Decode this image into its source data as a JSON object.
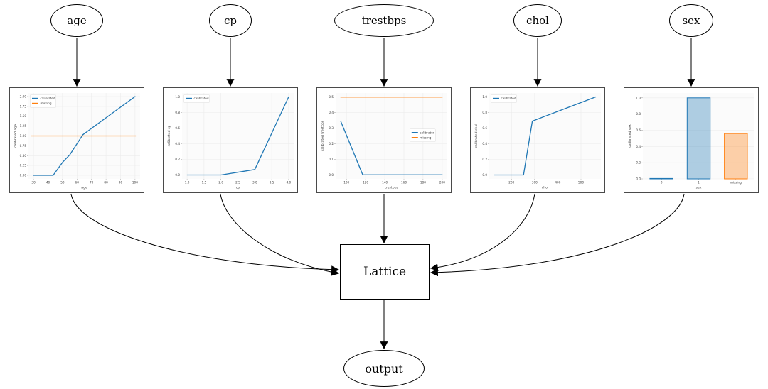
{
  "diagram": {
    "inputs": [
      {
        "label": "age"
      },
      {
        "label": "cp"
      },
      {
        "label": "trestbps"
      },
      {
        "label": "chol"
      },
      {
        "label": "sex"
      }
    ],
    "lattice_label": "Lattice",
    "output_label": "output"
  },
  "colors": {
    "calibrated": "#1f77b4",
    "missing": "#ff7f0e",
    "calibrated_fill": "rgba(31,119,180,0.35)",
    "missing_fill": "rgba(255,127,14,0.35)",
    "edge": "#000000",
    "node_border": "#000000",
    "plot_border": "#4a4a4a"
  },
  "chart_data": [
    {
      "name": "age",
      "type": "line",
      "xlabel": "age",
      "ylabel": "calibrated age",
      "xlim": [
        26.5,
        103.5
      ],
      "ylim": [
        -0.09,
        2.09
      ],
      "xticks": [
        30,
        40,
        50,
        60,
        70,
        80,
        90,
        100
      ],
      "xtick_labels": [
        "30",
        "40",
        "50",
        "60",
        "70",
        "80",
        "90",
        "100"
      ],
      "yticks": [
        0.0,
        0.25,
        0.5,
        0.75,
        1.0,
        1.25,
        1.5,
        1.75,
        2.0
      ],
      "ytick_labels": [
        "0.00",
        "0.25",
        "0.50",
        "0.75",
        "1.00",
        "1.25",
        "1.50",
        "1.75",
        "2.00"
      ],
      "legend": {
        "show": true,
        "pos": "top-left"
      },
      "series": [
        {
          "name": "calibrated",
          "color": "#1f77b4",
          "points": [
            [
              30,
              0
            ],
            [
              43.5,
              0
            ],
            [
              50,
              0.33
            ],
            [
              55,
              0.52
            ],
            [
              64,
              1.03
            ],
            [
              100,
              2.0
            ]
          ]
        },
        {
          "name": "missing",
          "color": "#ff7f0e",
          "points": [
            [
              28.5,
              1.0
            ],
            [
              100.5,
              1.0
            ]
          ]
        }
      ]
    },
    {
      "name": "cp",
      "type": "line",
      "xlabel": "cp",
      "ylabel": "calibrated cp",
      "xlim": [
        0.85,
        4.15
      ],
      "ylim": [
        -0.05,
        1.05
      ],
      "xticks": [
        1.0,
        1.5,
        2.0,
        2.5,
        3.0,
        3.5,
        4.0
      ],
      "xtick_labels": [
        "1.0",
        "1.5",
        "2.0",
        "2.5",
        "3.0",
        "3.5",
        "4.0"
      ],
      "yticks": [
        0.0,
        0.2,
        0.4,
        0.6,
        0.8,
        1.0
      ],
      "ytick_labels": [
        "0.0",
        "0.2",
        "0.4",
        "0.6",
        "0.8",
        "1.0"
      ],
      "legend": {
        "show": true,
        "pos": "top-left"
      },
      "series": [
        {
          "name": "calibrated",
          "color": "#1f77b4",
          "points": [
            [
              1.0,
              0.0
            ],
            [
              2.0,
              0.0
            ],
            [
              3.0,
              0.07
            ],
            [
              4.0,
              1.0
            ]
          ]
        }
      ]
    },
    {
      "name": "trestbps",
      "type": "line",
      "xlabel": "trestbps",
      "ylabel": "calibrated trestbps",
      "xlim": [
        88.7,
        205.3
      ],
      "ylim": [
        -0.026,
        0.526
      ],
      "xticks": [
        100,
        120,
        140,
        160,
        180,
        200
      ],
      "xtick_labels": [
        "100",
        "120",
        "140",
        "160",
        "180",
        "200"
      ],
      "yticks": [
        0.0,
        0.1,
        0.2,
        0.3,
        0.4,
        0.5
      ],
      "ytick_labels": [
        "0.0",
        "0.1",
        "0.2",
        "0.3",
        "0.4",
        "0.5"
      ],
      "legend": {
        "show": true,
        "pos": "center-right"
      },
      "series": [
        {
          "name": "calibrated",
          "color": "#1f77b4",
          "points": [
            [
              94,
              0.345
            ],
            [
              117,
              0.0
            ],
            [
              200,
              0.0
            ]
          ]
        },
        {
          "name": "missing",
          "color": "#ff7f0e",
          "points": [
            [
              94,
              0.5
            ],
            [
              200,
              0.5
            ]
          ]
        }
      ]
    },
    {
      "name": "chol",
      "type": "line",
      "xlabel": "chol",
      "ylabel": "calibrated chol",
      "xlim": [
        104,
        586
      ],
      "ylim": [
        -0.05,
        1.05
      ],
      "xticks": [
        200,
        300,
        400,
        500
      ],
      "xtick_labels": [
        "200",
        "300",
        "400",
        "500"
      ],
      "yticks": [
        0.0,
        0.2,
        0.4,
        0.6,
        0.8,
        1.0
      ],
      "ytick_labels": [
        "0.0",
        "0.2",
        "0.4",
        "0.6",
        "0.8",
        "1.0"
      ],
      "legend": {
        "show": true,
        "pos": "top-left"
      },
      "series": [
        {
          "name": "calibrated",
          "color": "#1f77b4",
          "points": [
            [
              126,
              0.0
            ],
            [
              252,
              0.0
            ],
            [
              290,
              0.69
            ],
            [
              564,
              1.0
            ]
          ]
        }
      ]
    },
    {
      "name": "sex",
      "type": "bar",
      "xlabel": "sex",
      "ylabel": "calibrated sex",
      "ylim": [
        0,
        1.06
      ],
      "yticks": [
        0.0,
        0.2,
        0.4,
        0.6,
        0.8,
        1.0
      ],
      "ytick_labels": [
        "0.0",
        "0.2",
        "0.4",
        "0.6",
        "0.8",
        "1.0"
      ],
      "categories": [
        "0",
        "1",
        "missing"
      ],
      "values": [
        0.005,
        1.0,
        0.56
      ],
      "bar_colors": [
        "#1f77b4",
        "#1f77b4",
        "#ff7f0e"
      ],
      "bar_fills": [
        "rgba(31,119,180,0.35)",
        "rgba(31,119,180,0.35)",
        "rgba(255,127,14,0.35)"
      ],
      "legend": {
        "show": false
      }
    }
  ]
}
